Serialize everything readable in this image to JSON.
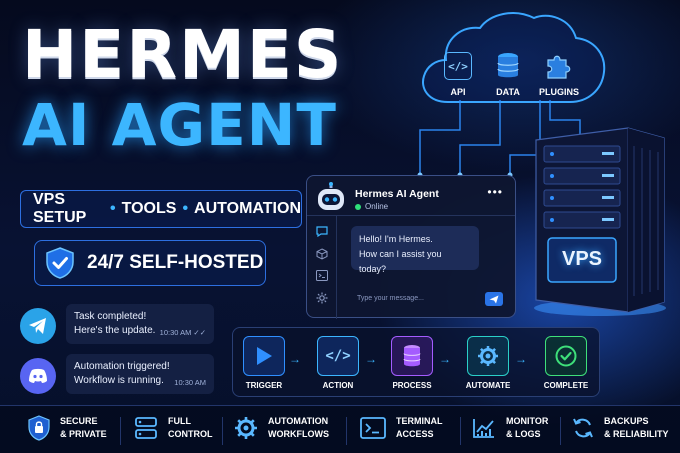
{
  "headline": {
    "line1": "HERMES",
    "line2": "AI AGENT"
  },
  "subtitle": {
    "items": [
      "VPS SETUP",
      "TOOLS",
      "AUTOMATION"
    ],
    "separator": "•"
  },
  "self_hosted_badge": "24/7 SELF-HOSTED",
  "notifications": [
    {
      "app": "telegram",
      "line1": "Task completed!",
      "line2": "Here's the update.",
      "time": "10:30 AM ✓✓"
    },
    {
      "app": "discord",
      "line1": "Automation triggered!",
      "line2": "Workflow is running.",
      "time": "10:30 AM"
    }
  ],
  "cloud": {
    "items": [
      {
        "label": "API",
        "icon": "code-icon"
      },
      {
        "label": "DATA",
        "icon": "database-icon"
      },
      {
        "label": "PLUGINS",
        "icon": "puzzle-icon"
      }
    ]
  },
  "chat": {
    "name": "Hermes AI Agent",
    "status": "Online",
    "more": "•••",
    "message_line1": "Hello! I'm Hermes.",
    "message_line2": "How can I assist you today?",
    "input_placeholder": "Type your message..."
  },
  "server": {
    "label": "VPS"
  },
  "workflow": {
    "steps": [
      {
        "label": "TRIGGER",
        "icon": "play-icon",
        "color": "#2f8fff"
      },
      {
        "label": "ACTION",
        "icon": "code-icon",
        "color": "#3cb6ff"
      },
      {
        "label": "PROCESS",
        "icon": "database-icon",
        "color": "#a45cff"
      },
      {
        "label": "AUTOMATE",
        "icon": "gear-icon",
        "color": "#2ad0c8"
      },
      {
        "label": "COMPLETE",
        "icon": "check-icon",
        "color": "#3ee07a"
      }
    ]
  },
  "features": [
    {
      "line1": "SECURE",
      "line2": "& PRIVATE",
      "icon": "shield-lock-icon"
    },
    {
      "line1": "FULL",
      "line2": "CONTROL",
      "icon": "server-icon"
    },
    {
      "line1": "AUTOMATION",
      "line2": "WORKFLOWS",
      "icon": "gear-icon"
    },
    {
      "line1": "TERMINAL",
      "line2": "ACCESS",
      "icon": "terminal-icon"
    },
    {
      "line1": "MONITOR",
      "line2": "& LOGS",
      "icon": "chart-icon"
    },
    {
      "line1": "BACKUPS",
      "line2": "& RELIABILITY",
      "icon": "sync-icon"
    }
  ],
  "colors": {
    "accent": "#3cb6ff",
    "primary_blue": "#2a74e8",
    "online": "#2fe07a",
    "telegram": "#2aa3e8",
    "discord": "#5865f2"
  }
}
